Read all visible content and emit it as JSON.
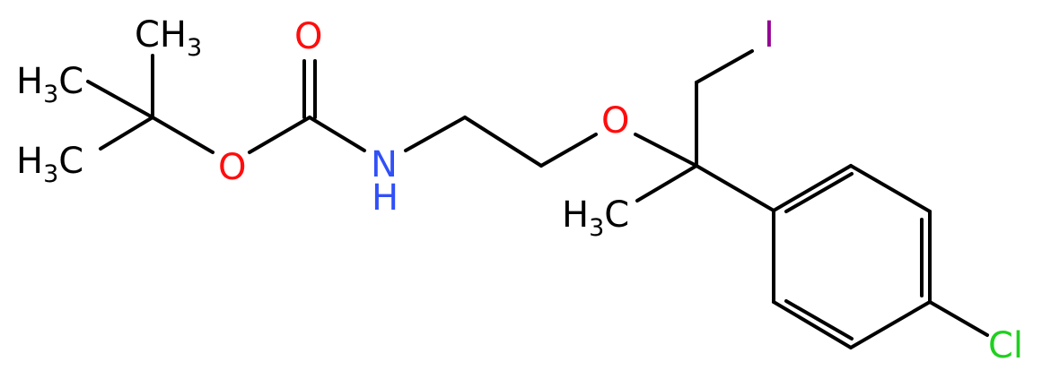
{
  "atoms": {
    "methyl_top": {
      "main": "CH",
      "sub": "3"
    },
    "methyl_left_upper": {
      "main": "H",
      "sub": "3",
      "tail": "C"
    },
    "methyl_left_lower": {
      "main": "H",
      "sub": "3",
      "tail": "C"
    },
    "carbonyl_oxygen": "O",
    "ester_oxygen": "O",
    "amine_n": "N",
    "amine_h": "H",
    "ether_oxygen": "O",
    "iodine": "I",
    "methyl_quaternary": {
      "main": "H",
      "sub": "3",
      "tail": "C"
    },
    "chlorine": "Cl"
  },
  "colors": {
    "bond": "#000000",
    "carbon": "#000000",
    "oxygen": "#ff0d0d",
    "nitrogen": "#3050f8",
    "iodine": "#940094",
    "chlorine": "#1fd01f"
  }
}
